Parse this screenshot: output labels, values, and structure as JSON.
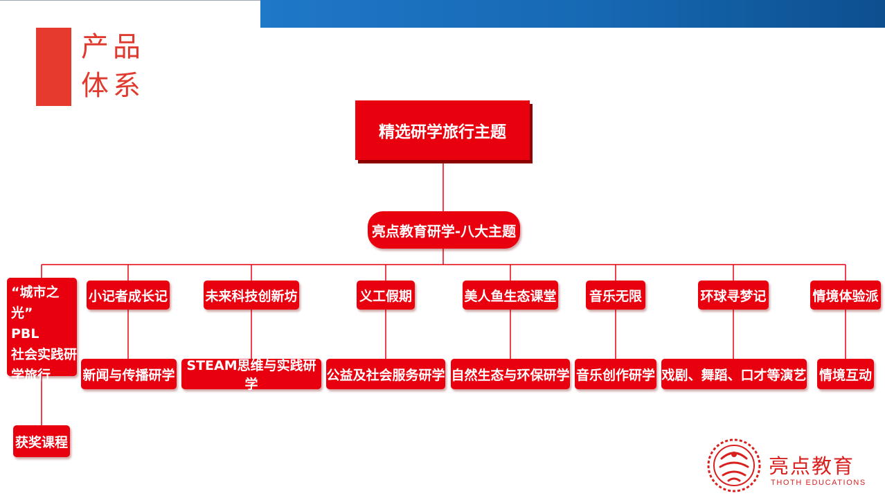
{
  "heading": {
    "line1": "产品",
    "line2": "体系"
  },
  "root": "精选研学旅行主题",
  "mid": "亮点教育研学-八大主题",
  "themes": [
    {
      "name": "“城市之光”",
      "lines": [
        "“城市之光”",
        "PBL",
        "社会实践研",
        "学旅行"
      ],
      "child": "获奖课程"
    },
    {
      "name": "小记者成长记",
      "child": "新闻与传播研学"
    },
    {
      "name": "未来科技创新坊",
      "child": "STEAM思维与实践研学"
    },
    {
      "name": "义工假期",
      "child": "公益及社会服务研学"
    },
    {
      "name": "美人鱼生态课堂",
      "child": "自然生态与环保研学"
    },
    {
      "name": "音乐无限",
      "child": "音乐创作研学"
    },
    {
      "name": "环球寻梦记",
      "child": "戏剧、舞蹈、口才等演艺"
    },
    {
      "name": "情境体验派",
      "child": "情境互动"
    }
  ],
  "brand": {
    "cn": "亮点教育",
    "en": "THOTH EDUCATIONS"
  },
  "colors": {
    "node": "#e8000f",
    "accent": "#e53a2d",
    "topbar": "#1668b2"
  }
}
